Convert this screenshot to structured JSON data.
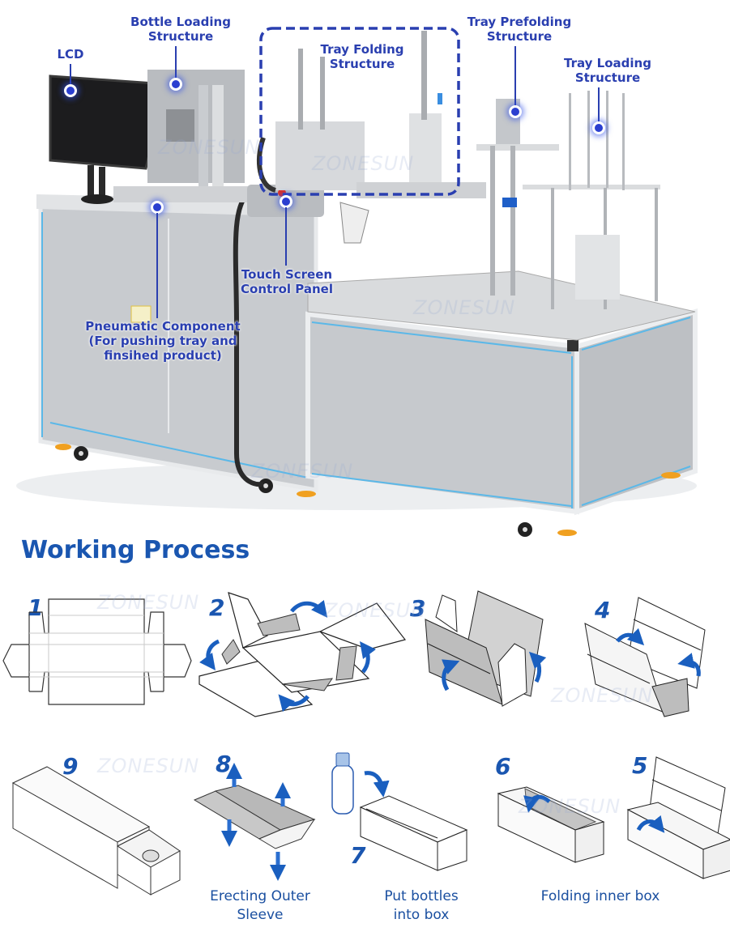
{
  "machine": {
    "brand_watermark": "ZONESUN",
    "callouts": {
      "lcd": "LCD",
      "bottle_loading": [
        "Bottle Loading",
        "Structure"
      ],
      "tray_folding": [
        "Tray Folding",
        "Structure"
      ],
      "tray_prefolding": [
        "Tray Prefolding",
        "Structure"
      ],
      "tray_loading": [
        "Tray Loading",
        "Structure"
      ],
      "touch_screen": [
        "Touch Screen",
        "Control Panel"
      ],
      "pneumatic": [
        "Pneumatic Component",
        "(For pushing tray and",
        "finsihed product)"
      ]
    },
    "colors": {
      "callout": "#2a3fb0",
      "frame_accent": "#5bb8e8",
      "panel": "#c9ccd0"
    }
  },
  "process": {
    "title": "Working Process",
    "steps": [
      {
        "num": "1"
      },
      {
        "num": "2"
      },
      {
        "num": "3"
      },
      {
        "num": "4"
      },
      {
        "num": "5"
      },
      {
        "num": "6"
      },
      {
        "num": "7"
      },
      {
        "num": "8"
      },
      {
        "num": "9"
      }
    ],
    "captions": {
      "erecting": [
        "Erecting Outer",
        "Sleeve"
      ],
      "put_bottles": [
        "Put bottles",
        "into box"
      ],
      "folding_inner": "Folding inner box"
    },
    "colors": {
      "title": "#1a56b0",
      "arrow": "#1a5fbf",
      "gray_panel": "#bdbdbd"
    }
  }
}
